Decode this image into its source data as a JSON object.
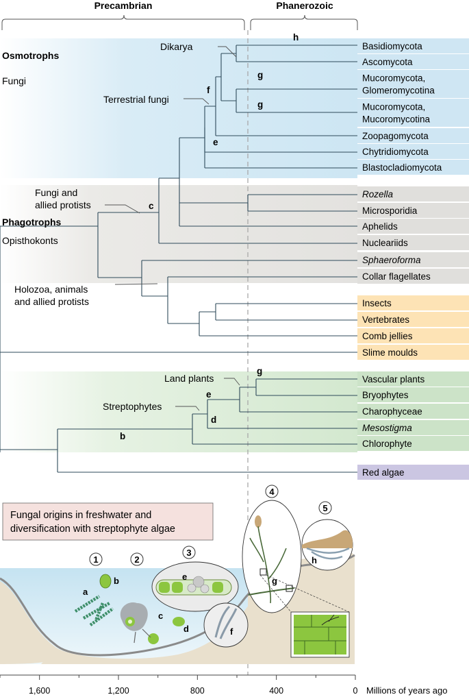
{
  "eras": {
    "left": "Precambrian",
    "right": "Phanerozoic"
  },
  "groups": {
    "osmotrophs": "Osmotrophs",
    "fungi": "Fungi",
    "phagotrophs": "Phagotrophs",
    "opisthokonts": "Opisthokonts"
  },
  "clade_labels": {
    "dikarya": "Dikarya",
    "terrestrial_fungi": "Terrestrial fungi",
    "fungi_allied": [
      "Fungi and",
      "allied protists"
    ],
    "holozoa": [
      "Holozoa, animals",
      "and allied protists"
    ],
    "land_plants": "Land plants",
    "streptophytes": "Streptophytes"
  },
  "taxa": [
    {
      "lines": [
        "Basidiomycota"
      ],
      "italic": false,
      "color": "#cfe6f3"
    },
    {
      "lines": [
        "Ascomycota"
      ],
      "italic": false,
      "color": "#cfe6f3"
    },
    {
      "lines": [
        "Mucoromycota,",
        "Glomeromycotina"
      ],
      "italic": false,
      "color": "#cfe6f3"
    },
    {
      "lines": [
        "Mucoromycota,",
        "Mucoromycotina"
      ],
      "italic": false,
      "color": "#cfe6f3"
    },
    {
      "lines": [
        "Zoopagomycota"
      ],
      "italic": false,
      "color": "#cfe6f3"
    },
    {
      "lines": [
        "Chytridiomycota"
      ],
      "italic": false,
      "color": "#cfe6f3"
    },
    {
      "lines": [
        "Blastocladiomycota"
      ],
      "italic": false,
      "color": "#cfe6f3"
    },
    {
      "lines": [
        "Rozella"
      ],
      "italic": true,
      "color": "#e0dfdc"
    },
    {
      "lines": [
        "Microsporidia"
      ],
      "italic": false,
      "color": "#e0dfdc"
    },
    {
      "lines": [
        "Aphelids"
      ],
      "italic": false,
      "color": "#e0dfdc"
    },
    {
      "lines": [
        "Nucleariids"
      ],
      "italic": false,
      "color": "#e0dfdc"
    },
    {
      "lines": [
        "Sphaeroforma"
      ],
      "italic": true,
      "color": "#e0dfdc"
    },
    {
      "lines": [
        "Collar flagellates"
      ],
      "italic": false,
      "color": "#e0dfdc"
    },
    {
      "lines": [
        "Insects"
      ],
      "italic": false,
      "color": "#fde3b5"
    },
    {
      "lines": [
        "Vertebrates"
      ],
      "italic": false,
      "color": "#fde3b5"
    },
    {
      "lines": [
        "Comb jellies"
      ],
      "italic": false,
      "color": "#fde3b5"
    },
    {
      "lines": [
        "Slime moulds"
      ],
      "italic": false,
      "color": "#fde3b5"
    },
    {
      "lines": [
        "Vascular plants"
      ],
      "italic": false,
      "color": "#cce3c8"
    },
    {
      "lines": [
        "Bryophytes"
      ],
      "italic": false,
      "color": "#cce3c8"
    },
    {
      "lines": [
        "Charophyceae"
      ],
      "italic": false,
      "color": "#cce3c8"
    },
    {
      "lines": [
        "Mesostigma"
      ],
      "italic": true,
      "color": "#cce3c8"
    },
    {
      "lines": [
        "Chlorophyte"
      ],
      "italic": false,
      "color": "#cce3c8"
    },
    {
      "lines": [
        "Red algae"
      ],
      "italic": false,
      "color": "#cbc6e2"
    }
  ],
  "event_letters": [
    "h",
    "g",
    "g",
    "f",
    "e",
    "c",
    "g",
    "e",
    "d",
    "b"
  ],
  "caption": [
    "Fungal origins in freshwater and",
    "diversification with streptophyte algae"
  ],
  "scenes": {
    "numbers": [
      "1",
      "2",
      "3",
      "4",
      "5"
    ],
    "letters": [
      "a",
      "b",
      "c",
      "d",
      "e",
      "f",
      "g",
      "h"
    ]
  },
  "axis": {
    "ticks": [
      "1,600",
      "1,200",
      "800",
      "400",
      "0"
    ],
    "tick_values": [
      1600,
      1200,
      800,
      400,
      0
    ],
    "label": "Millions of years ago",
    "min": 0,
    "max": 1800
  },
  "colors": {
    "fungi_band": "#cde6f3",
    "allied_band": "#e3e2df",
    "plant_band": "#d3e8cf",
    "water": "#c5e3f1",
    "sediment": "#e9e0cd",
    "green_cell": "#8cc63f",
    "line": "#2e4a5a"
  }
}
